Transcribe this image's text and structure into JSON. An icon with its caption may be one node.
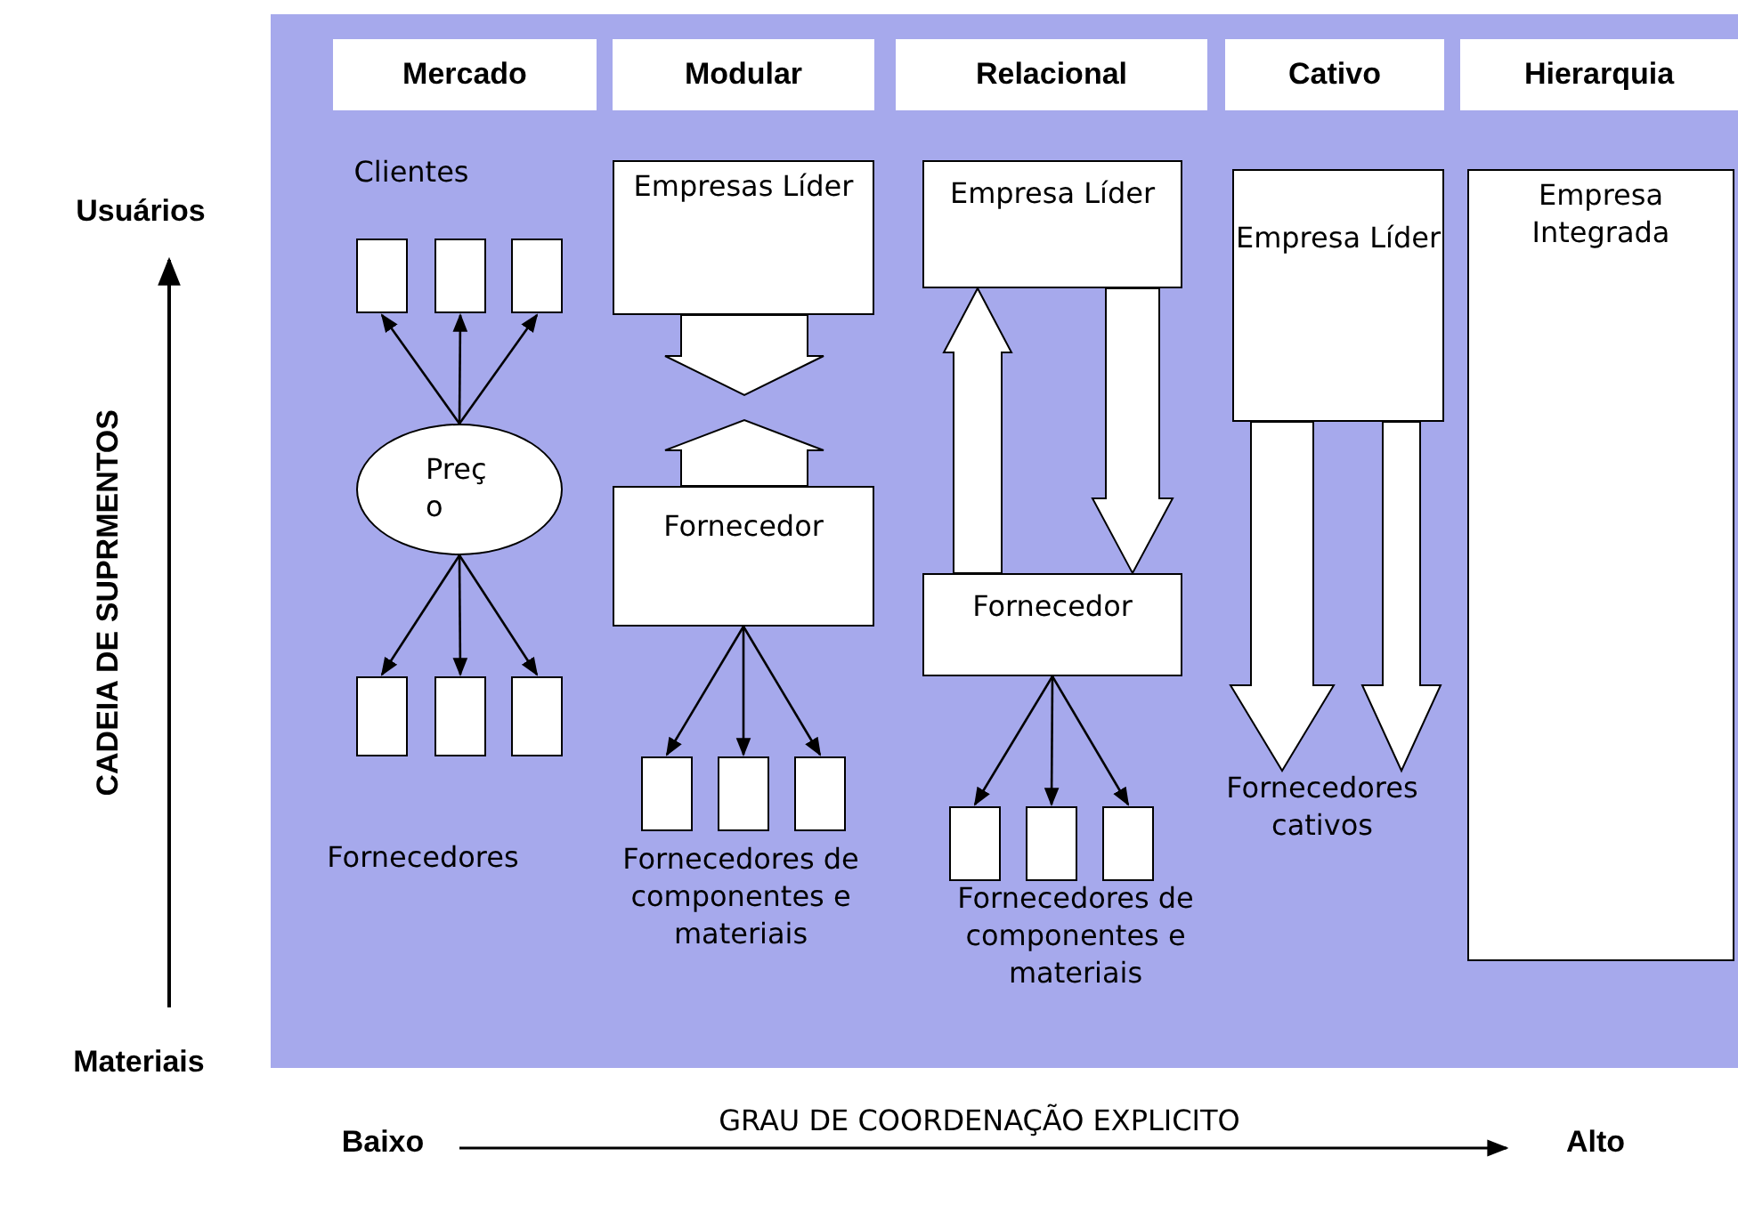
{
  "diagram": {
    "nodes": [
      {
        "text": [
          "Mercado"
        ]
      },
      {
        "text": [
          "Modular"
        ]
      },
      {
        "text": [
          "Relacional"
        ]
      },
      {
        "text": [
          "Cativo"
        ]
      },
      {
        "text": [
          "Hierarquia"
        ]
      },
      {
        "text": [],
        "shape": "box"
      },
      {
        "text": [],
        "shape": "box"
      },
      {
        "text": [],
        "shape": "box"
      },
      {
        "text": [
          "Preço"
        ]
      },
      {
        "text": [],
        "shape": "box"
      },
      {
        "text": [],
        "shape": "box"
      },
      {
        "text": [],
        "shape": "box"
      },
      {
        "text": [
          "Empresas Líder"
        ]
      },
      {
        "text": [
          "Fornecedor"
        ]
      },
      {
        "text": [],
        "shape": "box"
      },
      {
        "text": [],
        "shape": "box"
      },
      {
        "text": [],
        "shape": "box"
      },
      {
        "text": [
          "Empresa Líder"
        ]
      },
      {
        "text": [
          "Fornecedor"
        ]
      },
      {
        "text": [],
        "shape": "box"
      },
      {
        "text": [],
        "shape": "box"
      },
      {
        "text": [],
        "shape": "box"
      },
      {
        "text": [
          "Empresa Líder"
        ]
      },
      {
        "text": [
          "Fornecedores cativos"
        ]
      },
      {
        "text": [
          "Empresa Integrada"
        ]
      }
    ],
    "edges": [
      {
        "from": 8,
        "to": 5,
        "arrow": "to"
      },
      {
        "from": 8,
        "to": 6,
        "arrow": "to"
      },
      {
        "from": 8,
        "to": 7,
        "arrow": "to"
      },
      {
        "from": 8,
        "to": 9,
        "arrow": "to"
      },
      {
        "from": 8,
        "to": 10,
        "arrow": "to"
      },
      {
        "from": 8,
        "to": 11,
        "arrow": "to"
      },
      {
        "from": 12,
        "to": null,
        "arrow": "to",
        "style": "thick"
      },
      {
        "from": 13,
        "to": null,
        "arrow": "to",
        "style": "thick"
      },
      {
        "from": 13,
        "to": 14,
        "arrow": "to"
      },
      {
        "from": 13,
        "to": 15,
        "arrow": "to"
      },
      {
        "from": 13,
        "to": 16,
        "arrow": "to"
      },
      {
        "from": 18,
        "to": 17,
        "arrow": "to",
        "style": "thick"
      },
      {
        "from": 17,
        "to": 18,
        "arrow": "to",
        "style": "thick"
      },
      {
        "from": 18,
        "to": 19,
        "arrow": "to"
      },
      {
        "from": 18,
        "to": 20,
        "arrow": "to"
      },
      {
        "from": 18,
        "to": 21,
        "arrow": "to"
      },
      {
        "from": 22,
        "to": 23,
        "arrow": "to",
        "style": "thick"
      },
      {
        "from": 22,
        "to": 23,
        "arrow": "to",
        "style": "thick"
      }
    ],
    "labels": [
      "Usuários",
      "Clientes",
      "CADEIA DE SUPRMENTOS",
      "Fornecedores",
      "Fornecedores de componentes e materiais",
      "Fornecedores de componentes e materiais",
      "Materiais",
      "GRAU DE COORDENAÇÃO EXPLICITO",
      "Baixo",
      "Alto"
    ]
  }
}
